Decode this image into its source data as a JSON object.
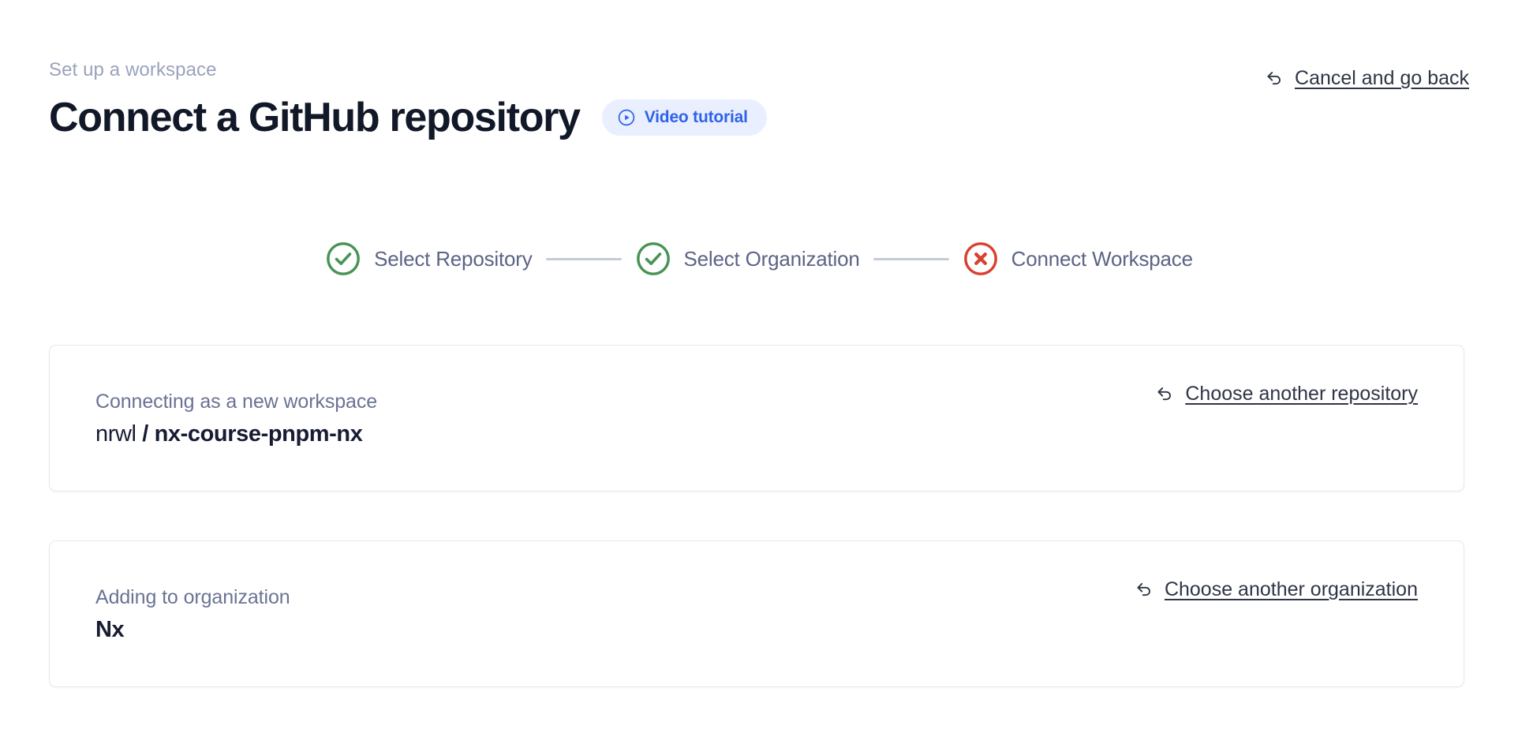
{
  "header": {
    "eyebrow": "Set up a workspace",
    "title": "Connect a GitHub repository",
    "video_badge_label": "Video tutorial",
    "video_badge_icon": "play-circle-icon",
    "cancel_label": "Cancel and go back",
    "cancel_icon": "back-arrow-icon",
    "accent_color": "#2f62e8",
    "badge_background": "#e9efff"
  },
  "stepper": {
    "steps": [
      {
        "label": "Select Repository",
        "state": "complete",
        "icon": "check-circle-icon",
        "color": "#479355"
      },
      {
        "label": "Select Organization",
        "state": "complete",
        "icon": "check-circle-icon",
        "color": "#479355"
      },
      {
        "label": "Connect Workspace",
        "state": "error",
        "icon": "x-circle-icon",
        "color": "#d8412f"
      }
    ],
    "connector_color": "#c6cbda",
    "label_color": "#5c6485"
  },
  "cards": [
    {
      "label": "Connecting as a new workspace",
      "owner": "nrwl",
      "separator": "/",
      "name": "nx-course-pnpm-nx",
      "action_label": "Choose another repository",
      "action_icon": "back-arrow-icon"
    },
    {
      "label": "Adding to organization",
      "value": "Nx",
      "action_label": "Choose another organization",
      "action_icon": "back-arrow-icon"
    }
  ]
}
